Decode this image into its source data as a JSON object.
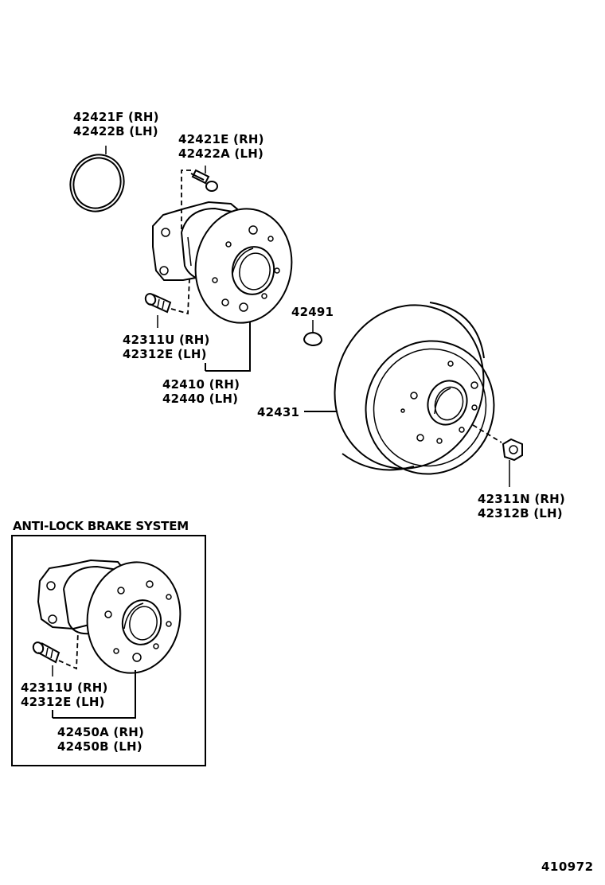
{
  "diagram_number": "410972",
  "parts": {
    "o_ring": {
      "line1": "42421F (RH)",
      "line2": "42422B (LH)"
    },
    "bolt_top": {
      "line1": "42421E (RH)",
      "line2": "42422A (LH)"
    },
    "hub_bolt": {
      "line1": "42311U (RH)",
      "line2": "42312E (LH)"
    },
    "hub_assy": {
      "line1": "42410 (RH)",
      "line2": "42440 (LH)"
    },
    "plug": {
      "line1": "42491"
    },
    "disc": {
      "line1": "42431"
    },
    "nut": {
      "line1": "42311N (RH)",
      "line2": "42312B (LH)"
    }
  },
  "abs_section": {
    "title": "ANTI-LOCK BRAKE SYSTEM",
    "hub_bolt": {
      "line1": "42311U (RH)",
      "line2": "42312E (LH)"
    },
    "hub_assy": {
      "line1": "42450A (RH)",
      "line2": "42450B (LH)"
    }
  }
}
